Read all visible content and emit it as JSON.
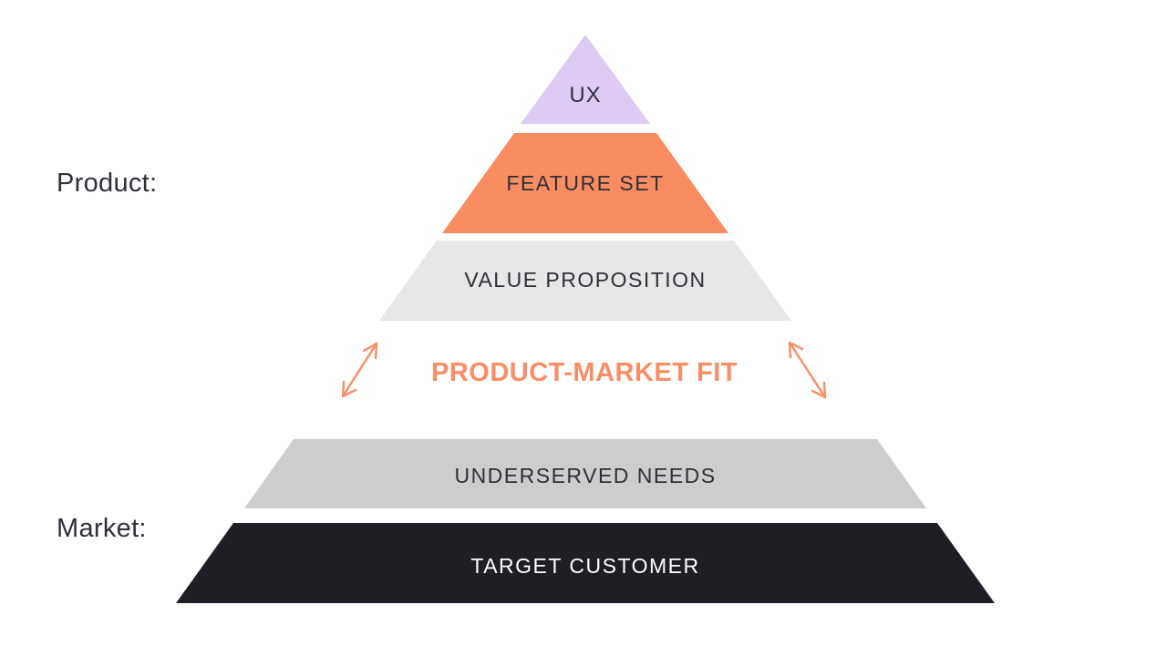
{
  "background_color": "#ffffff",
  "text_dark_color": "#2e3039",
  "sections": {
    "product_label": "Product:",
    "market_label": "Market:"
  },
  "pyramid": {
    "layers": [
      {
        "name": "ux",
        "label": "UX",
        "color": "#ddcbf3",
        "text_color": "#2e3039"
      },
      {
        "name": "feature-set",
        "label": "FEATURE SET",
        "color": "#f98c61",
        "text_color": "#2e3039"
      },
      {
        "name": "value-proposition",
        "label": "VALUE PROPOSITION",
        "color": "#e7e7e7",
        "text_color": "#2e3039"
      },
      {
        "name": "underserved-needs",
        "label": "UNDERSERVED NEEDS",
        "color": "#cdcdcd",
        "text_color": "#2e3039"
      },
      {
        "name": "target-customer",
        "label": "TARGET CUSTOMER",
        "color": "#1e1f24",
        "text_color": "#ffffff"
      }
    ]
  },
  "pmf": {
    "label": "PRODUCT-MARKET FIT",
    "color": "#f98e66"
  }
}
